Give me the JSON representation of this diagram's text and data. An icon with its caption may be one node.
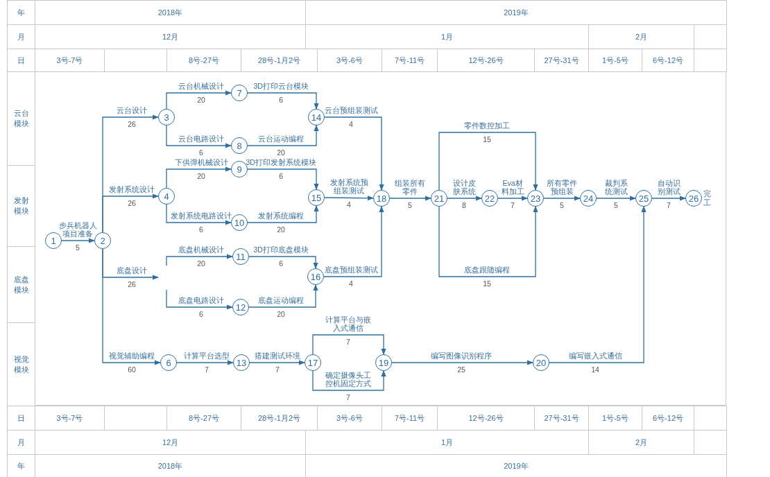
{
  "diagram": {
    "nodes": [
      {
        "text": [
          "1"
        ]
      },
      {
        "text": [
          "2"
        ]
      },
      {
        "text": [
          "3"
        ]
      },
      {
        "text": [
          "4"
        ]
      },
      {
        "text": [
          "6"
        ]
      },
      {
        "text": [
          "7"
        ]
      },
      {
        "text": [
          "8"
        ]
      },
      {
        "text": [
          "9"
        ]
      },
      {
        "text": [
          "10"
        ]
      },
      {
        "text": [
          "11"
        ]
      },
      {
        "text": [
          "12"
        ]
      },
      {
        "text": [
          "13"
        ]
      },
      {
        "text": [
          "14"
        ]
      },
      {
        "text": [
          "15"
        ]
      },
      {
        "text": [
          "16"
        ]
      },
      {
        "text": [
          "17"
        ]
      },
      {
        "text": [
          "18"
        ]
      },
      {
        "text": [
          "19"
        ]
      },
      {
        "text": [
          "20"
        ]
      },
      {
        "text": [
          "21"
        ]
      },
      {
        "text": [
          "22"
        ]
      },
      {
        "text": [
          "23"
        ]
      },
      {
        "text": [
          "24"
        ]
      },
      {
        "text": [
          "25"
        ]
      },
      {
        "text": [
          "26"
        ],
        "beside": [
          "完工"
        ]
      }
    ],
    "edges": [
      {
        "from": 0,
        "to": 1,
        "arrow": "to",
        "label": "步兵机器人项目准备 5"
      },
      {
        "from": 1,
        "to": 2,
        "arrow": "to",
        "label": "云台设计 26"
      },
      {
        "from": 1,
        "to": 3,
        "arrow": "to",
        "label": "发射系统设计 26"
      },
      {
        "from": 1,
        "to": null,
        "arrow": "to",
        "label": "底盘设计 26"
      },
      {
        "from": 1,
        "to": 4,
        "arrow": "to",
        "label": "视觉辅助编程 60"
      },
      {
        "from": 2,
        "to": 5,
        "arrow": "to",
        "label": "云台机械设计 20"
      },
      {
        "from": 2,
        "to": 6,
        "arrow": "to",
        "label": "云台电路设计 6"
      },
      {
        "from": 3,
        "to": 7,
        "arrow": "to",
        "label": "下供弹机械设计 20"
      },
      {
        "from": 3,
        "to": 8,
        "arrow": "to",
        "label": "发射系统电路设计 6"
      },
      {
        "from": null,
        "to": 9,
        "arrow": "to",
        "label": "底盘机械设计 20"
      },
      {
        "from": null,
        "to": 10,
        "arrow": "to",
        "label": "底盘电路设计 6"
      },
      {
        "from": 4,
        "to": 11,
        "arrow": "to",
        "label": "计算平台选型 7"
      },
      {
        "from": 5,
        "to": 12,
        "arrow": "to",
        "label": "3D打印云台模块 6"
      },
      {
        "from": 6,
        "to": 12,
        "arrow": "to",
        "label": "云台运动编程 20"
      },
      {
        "from": 7,
        "to": 13,
        "arrow": "to",
        "label": "3D打印发射系统模块 6"
      },
      {
        "from": 8,
        "to": 13,
        "arrow": "to",
        "label": "发射系统编程 20"
      },
      {
        "from": 9,
        "to": 14,
        "arrow": "to",
        "label": "3D打印底盘模块 6"
      },
      {
        "from": 10,
        "to": 14,
        "arrow": "to",
        "label": "底盘运动编程 20"
      },
      {
        "from": 11,
        "to": 15,
        "arrow": "to",
        "label": "搭建测试环境 7"
      },
      {
        "from": 12,
        "to": 16,
        "arrow": "to",
        "label": "云台预组装测试 4"
      },
      {
        "from": 13,
        "to": 16,
        "arrow": "to",
        "label": "发射系统预组装测试 4"
      },
      {
        "from": 14,
        "to": 16,
        "arrow": "to",
        "label": "底盘预组装测试 4"
      },
      {
        "from": 15,
        "to": 17,
        "arrow": "to",
        "label": "计算平台与嵌入式通信 7"
      },
      {
        "from": 15,
        "to": 17,
        "arrow": "to",
        "label": "确定摄像头工控机固定方式 7"
      },
      {
        "from": 16,
        "to": 19,
        "arrow": "to",
        "label": "组装所有零件 5"
      },
      {
        "from": 17,
        "to": 18,
        "arrow": "to",
        "label": "编写图像识别程序 25"
      },
      {
        "from": 18,
        "to": 23,
        "arrow": "to",
        "label": "编写嵌入式通信 14"
      },
      {
        "from": 19,
        "to": 20,
        "arrow": "to",
        "label": "设计皮肤系统 8"
      },
      {
        "from": 19,
        "to": 21,
        "arrow": "to",
        "label": "零件数控加工 15"
      },
      {
        "from": 19,
        "to": 21,
        "arrow": "to",
        "label": "底盘跟随编程 15"
      },
      {
        "from": 20,
        "to": 21,
        "arrow": "to",
        "label": "Eva材料加工 7"
      },
      {
        "from": 21,
        "to": 22,
        "arrow": "to",
        "label": "所有零件预组装 5"
      },
      {
        "from": 22,
        "to": 23,
        "arrow": "to",
        "label": "裁判系统测试 5"
      },
      {
        "from": 23,
        "to": 24,
        "arrow": "to",
        "label": "自动识别测试 7"
      }
    ],
    "labels": [
      "年",
      "2018年",
      "2019年",
      "月",
      "12月",
      "1月",
      "2月",
      "日",
      "3号-7号",
      "8号-27号",
      "28号-1月2号",
      "3号-6号",
      "7号-11号",
      "12号-26号",
      "27号-31号",
      "1号-5号",
      "6号-12号",
      "云台模块",
      "发射模块",
      "底盘模块",
      "视觉模块",
      "日",
      "3号-7号",
      "8号-27号",
      "28号-1月2号",
      "3号-6号",
      "7号-11号",
      "12号-26号",
      "27号-31号",
      "1号-5号",
      "6号-12号",
      "月",
      "12月",
      "1月",
      "2月",
      "年",
      "2018年",
      "2019年"
    ]
  }
}
